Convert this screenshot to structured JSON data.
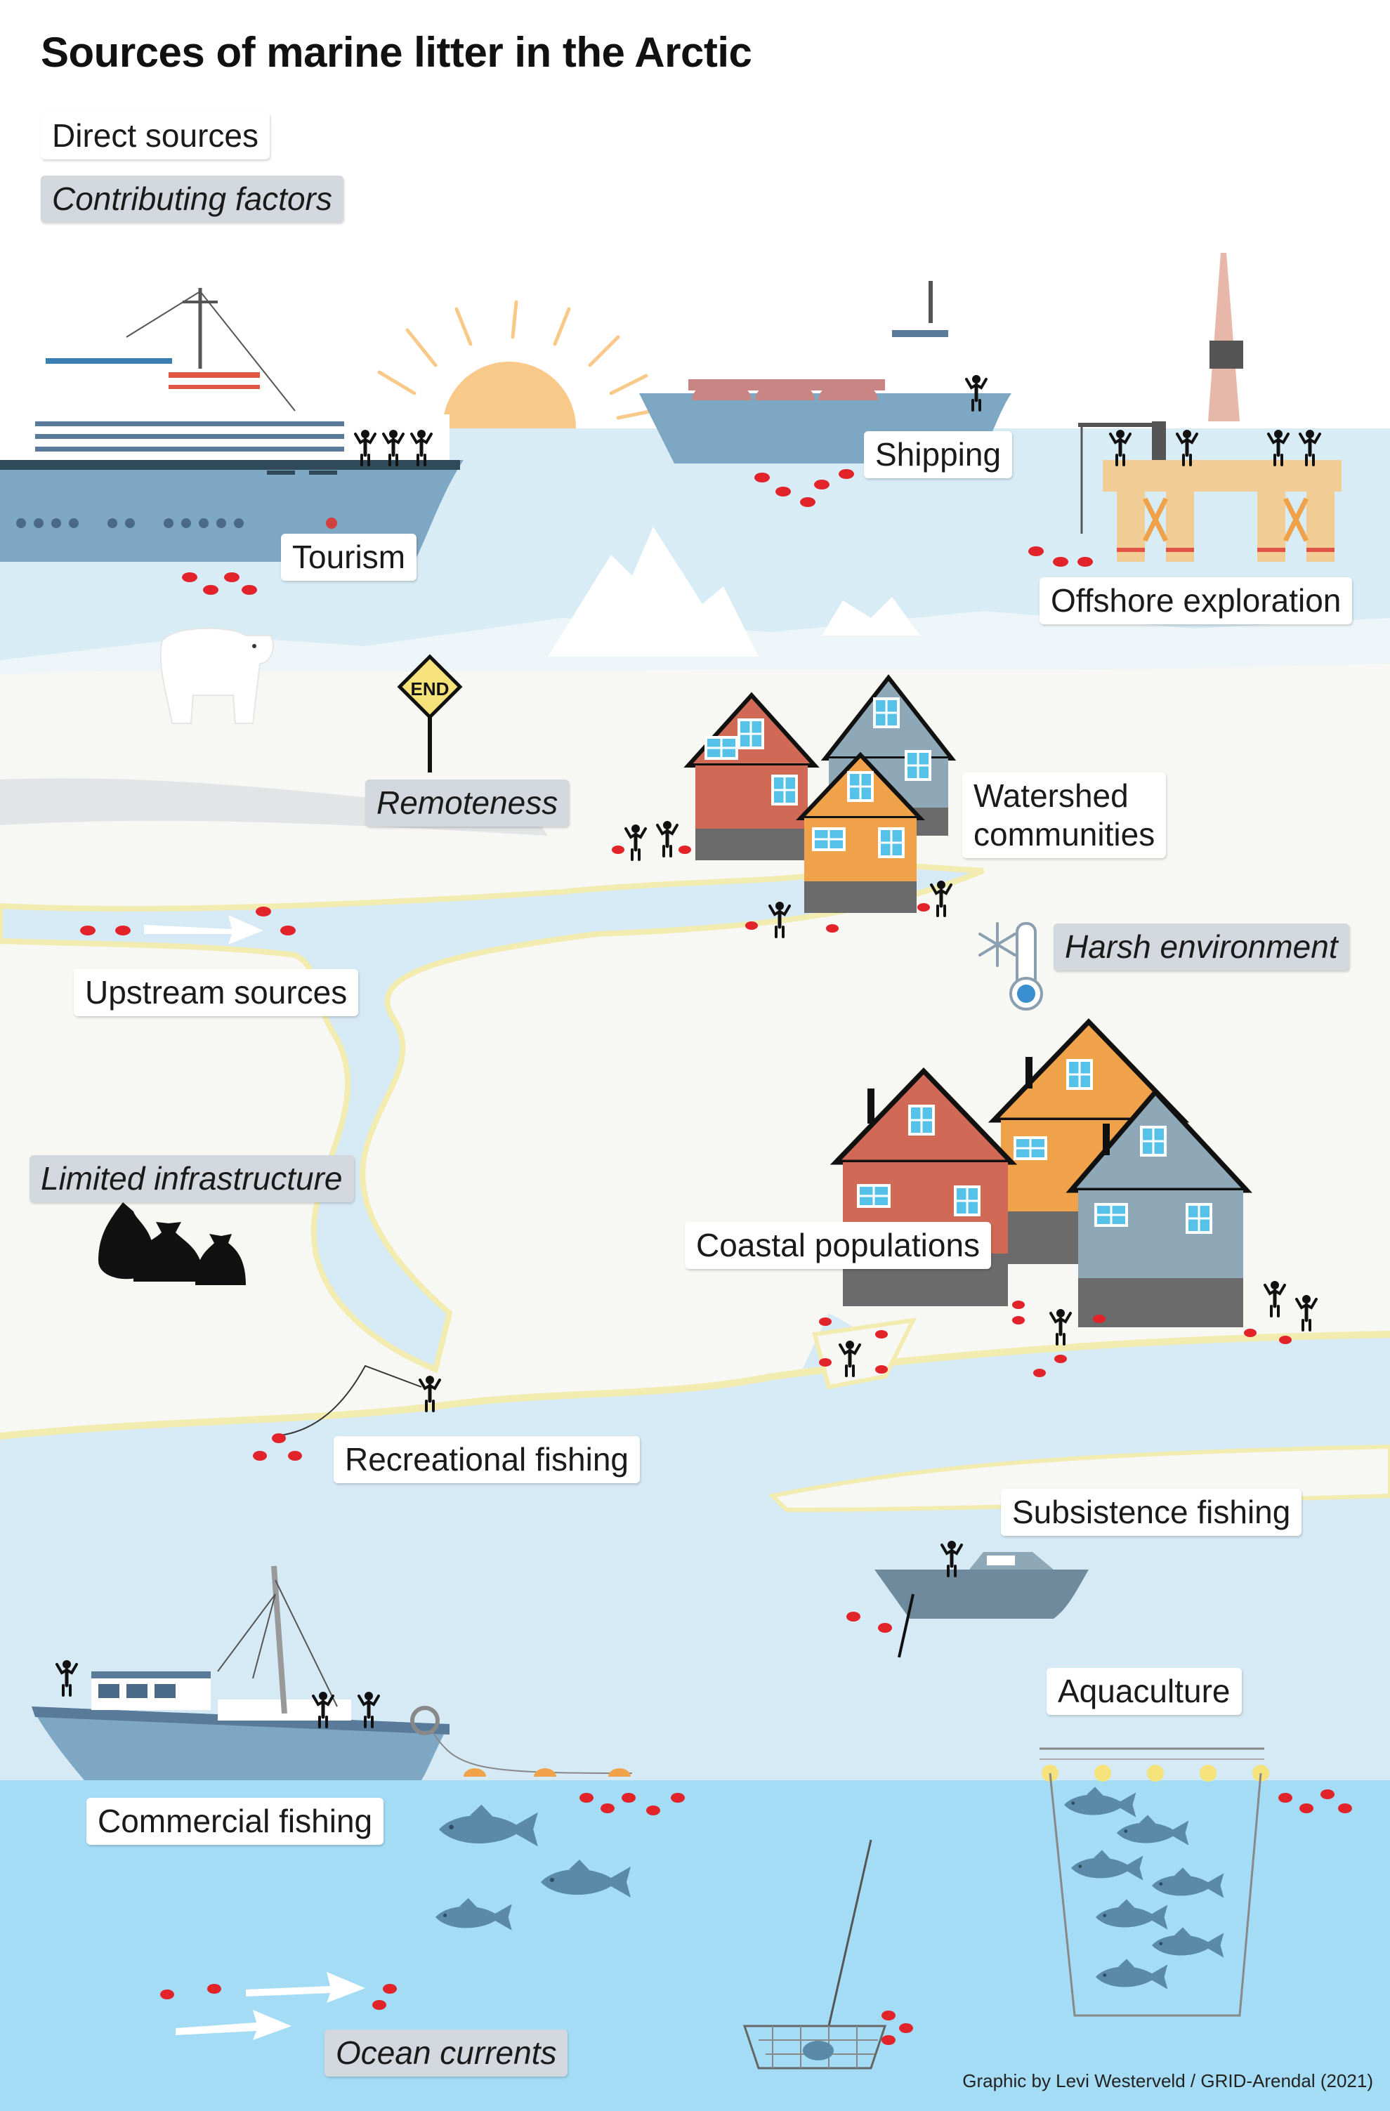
{
  "title": "Sources of marine litter in the Arctic",
  "legend": {
    "direct": "Direct sources",
    "factors": "Contributing factors"
  },
  "direct_sources": {
    "tourism": "Tourism",
    "shipping": "Shipping",
    "offshore": "Offshore exploration",
    "watershed_line1": "Watershed",
    "watershed_line2": "communities",
    "upstream": "Upstream sources",
    "coastal": "Coastal populations",
    "recreational": "Recreational fishing",
    "subsistence": "Subsistence fishing",
    "aquaculture": "Aquaculture",
    "commercial": "Commercial fishing"
  },
  "contributing_factors": {
    "remoteness": "Remoteness",
    "harsh": "Harsh environment",
    "infrastructure": "Limited infrastructure",
    "currents": "Ocean currents"
  },
  "sign_text": "END",
  "credit": "Graphic by Levi Westerveld / GRID-Arendal (2021)",
  "colors": {
    "sea_surface": "#d6eaf5",
    "deep_sea": "#a4dcf5",
    "land": "#f7f7f4",
    "shore": "#f3ecb0",
    "litter": "#e2232a",
    "label_factor": "#d3d7de",
    "house_red": "#d06a56",
    "house_blue": "#8fa8b8",
    "house_orange": "#f0a24a",
    "hull": "#7ea7c3"
  },
  "icons": [
    "sun-icon",
    "iceberg-icon",
    "polar-bear-icon",
    "end-sign-icon",
    "thermometer-snowflake-icon",
    "garbage-bags-icon",
    "fish-icon",
    "crab-trap-icon",
    "current-arrow-icon",
    "person-icon"
  ]
}
